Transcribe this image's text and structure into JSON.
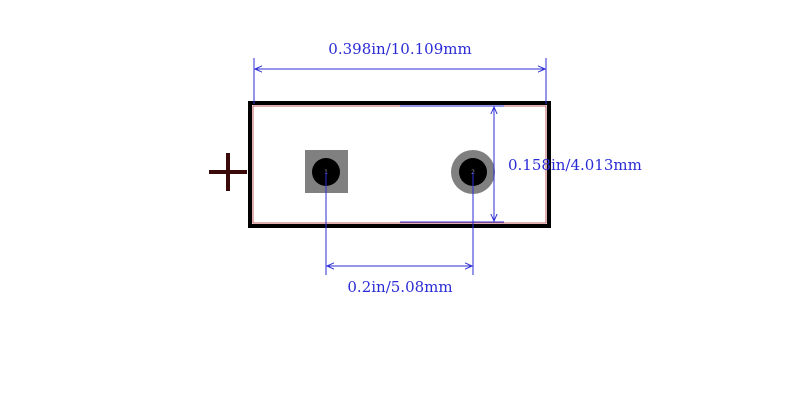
{
  "dimensions": {
    "width_label": "0.398in/10.109mm",
    "height_label": "0.158in/4.013mm",
    "pitch_label": "0.2in/5.08mm"
  },
  "pads": [
    {
      "label": "1"
    },
    {
      "label": "2"
    }
  ],
  "polarity_marker": "+",
  "colors": {
    "dimension": "#2b2bd6",
    "outline": "#000000",
    "courtyard": "#c06060",
    "pad": "#808080",
    "drill": "#000000",
    "polarity": "#3a0a0a"
  }
}
